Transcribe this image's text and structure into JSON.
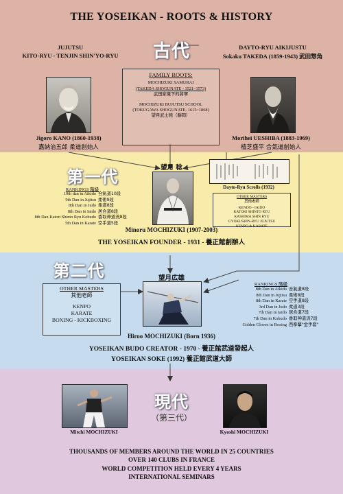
{
  "title": "THE YOSEIKAN - ROOTS & HISTORY",
  "colors": {
    "band_ancient": "#dcb3a5",
    "band_first": "#f9ecab",
    "band_second": "#c6dcee",
    "band_modern": "#e0c9de",
    "kanji_text": "#ffffff"
  },
  "ancient": {
    "kanji": "古代",
    "left_heading_1": "JUJUTSU",
    "left_heading_2": "KITO-RYU - TENJIN SHIN'YO-RYU",
    "right_heading_1": "DAYTO-RYU AIKIJUSTU",
    "right_heading_2": "Sokaku TAKEDA (1859-1943) 武田惣角",
    "kano_name": "Jigoro KANO (1860-1938)",
    "kano_kanji": "嘉納治五郎  柔道創始人",
    "ueshiba_name": "Morihei UESHIBA (1883-1969)",
    "ueshiba_kanji": "植芝盛平  合氣道創始人",
    "family_roots": {
      "heading": "FAMILY ROOTS:",
      "line1": "MOCHIZUKI SAMURAI",
      "line2": "(TAKEDA SHOGUNATE - 1521~1573)",
      "line3": "武田家麾下的將軍",
      "line4": "MOCHIZUKI BUJUTSU SCHOOL",
      "line5": "(TOKUGAWA SHOGUNATE- 1615~1868)",
      "line6": "望月武士館（靜岡）"
    }
  },
  "first_gen": {
    "kanji": "第一代",
    "founder_kanji_name": "望月 稔",
    "rankings_heading": "RANKINGS  階級",
    "rankings": [
      {
        "en": "10th dan in Aikido",
        "jp": "合氣道10段"
      },
      {
        "en": "9th Dan in Jujitsu",
        "jp": "柔術9段"
      },
      {
        "en": "8th Dan in Judo",
        "jp": "柔道8段"
      },
      {
        "en": "8th Dan in Iaido",
        "jp": "居合道8段"
      },
      {
        "en": "8th Dan Katori Shinto Ryu Kobudo",
        "jp": "香取神道流8段"
      },
      {
        "en": "5th Dan in Karate",
        "jp": "空手道5段"
      }
    ],
    "scrolls_label": "Dayto-Ryu Scrolls (1932)",
    "other_masters": {
      "heading": "OTHER MASTERS",
      "heading_jp": "其他老師",
      "items": [
        "KENDO - IAIDO",
        "KATORI SHINTO RYU",
        "KASHIMA SHIN RYU",
        "GYOKUSHIN-RYU JUJUTSU",
        "KENPO & KARATE"
      ]
    },
    "founder_name": "Minoru MOCHIZUKI (1907-2003)",
    "founder_title": "THE YOSEIKAN FOUNDER - 1931 - 養正館創辦人"
  },
  "second_gen": {
    "kanji": "第二代",
    "kanji_name": "望月広雄",
    "other_masters": {
      "heading": "OTHER MASTERS",
      "heading_jp": "其他老師",
      "items": [
        "KENPO",
        "KARATE",
        "BOXING - KICKBOXING"
      ]
    },
    "rankings_heading": "RANKINGS  階級",
    "rankings": [
      {
        "en": "8th Dan in Aikido",
        "jp": "合氣道8段"
      },
      {
        "en": "8th Dan in Jujitsu",
        "jp": "柔術8段"
      },
      {
        "en": "8th Dan in Karate",
        "jp": "空手道8段"
      },
      {
        "en": "3rd Dan in Judo",
        "jp": "柔道3段"
      },
      {
        "en": "7th Dan in Iaido",
        "jp": "居合道7段"
      },
      {
        "en": "7th Dan in Kobudo",
        "jp": "香取神道流7段"
      },
      {
        "en": "Golden Gloves in Boxing",
        "jp": "西拳擊\"金手套\""
      }
    ],
    "name": "Hiroo MOCHIZUKI (Born 1936)",
    "title1": "YOSEIKAN BUDO CREATOR - 1970 - 養正館武道發起人",
    "title2": "YOSEIKAN SOKE (1992) 養正館武道大師"
  },
  "modern": {
    "kanji": "現代",
    "kanji_sub": "（第三代）",
    "person1": "Mitchi MOCHIZUKI",
    "person2": "Kyoshi MOCHIZUKI",
    "facts": [
      "THOUSANDS OF MEMBERS AROUND THE WORLD IN 25 COUNTRIES",
      "OVER 140 CLUBS IN FRANCE",
      "WORLD COMPETITION HELD EVERY 4 YEARS",
      "INTERNATIONAL SEMINARS"
    ]
  }
}
